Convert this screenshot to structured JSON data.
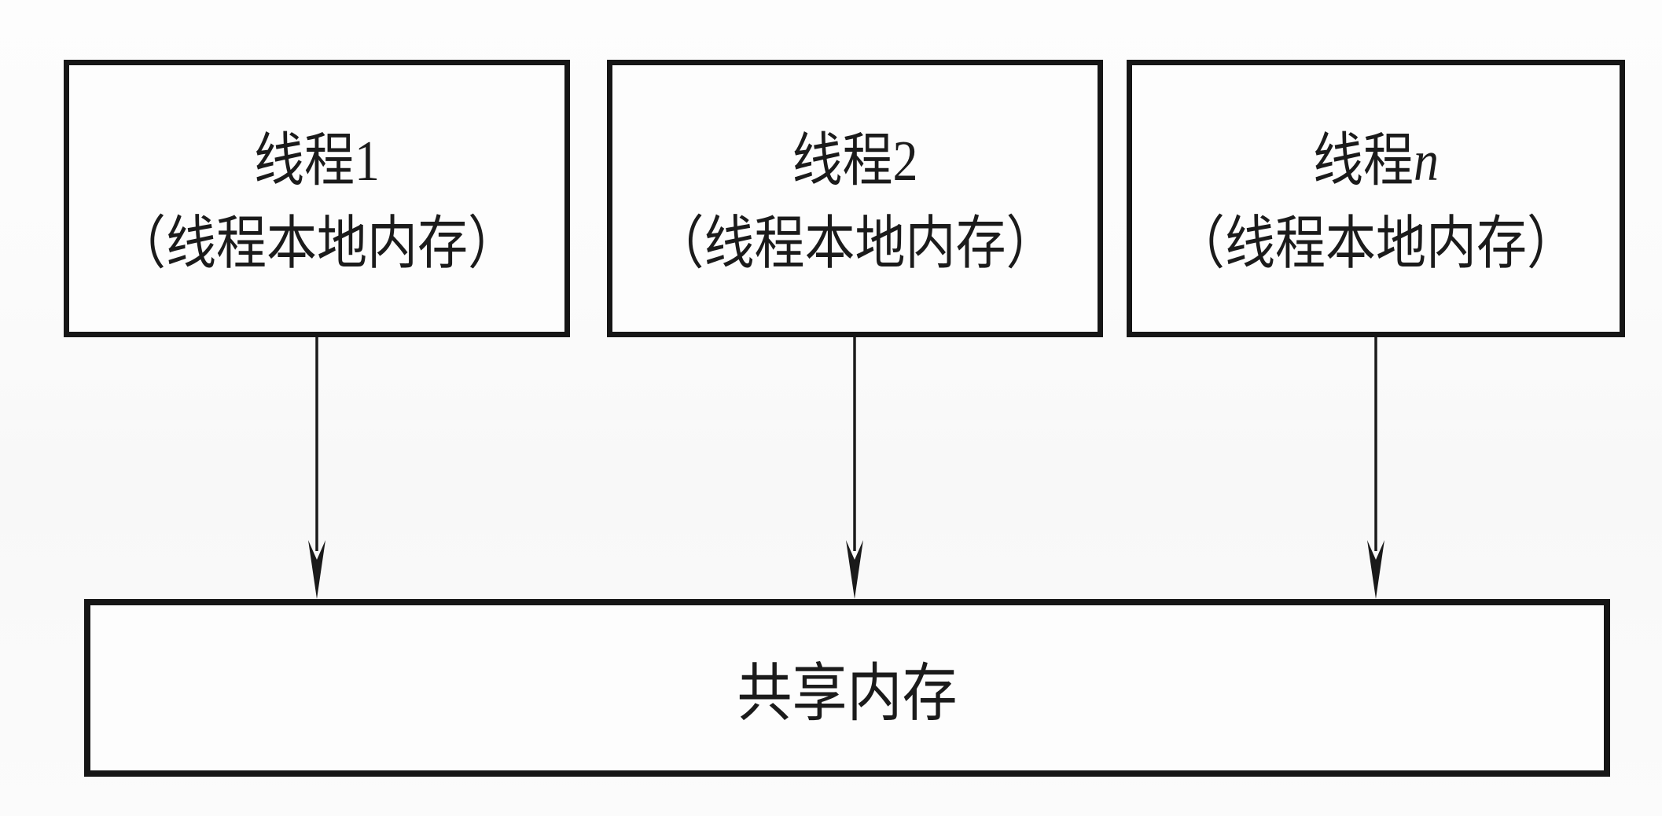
{
  "diagram": {
    "threads": [
      {
        "prefix": "线程",
        "suffix": "1",
        "subtitle": "（线程本地内存）"
      },
      {
        "prefix": "线程",
        "suffix": "2",
        "subtitle": "（线程本地内存）"
      },
      {
        "prefix": "线程",
        "suffix": "n",
        "subtitle": "（线程本地内存）"
      }
    ],
    "shared": {
      "label": "共享内存"
    },
    "colors": {
      "stroke": "#161616",
      "background": "#fbfbfb",
      "box_fill": "#fdfdfd",
      "text": "#1b1b1b"
    }
  }
}
